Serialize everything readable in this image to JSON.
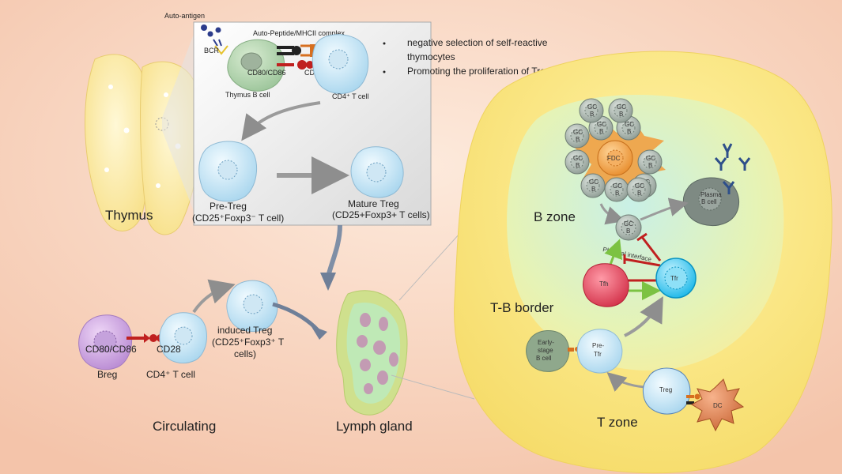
{
  "thymus_panel": {
    "auto_antigen": "Auto-antigen",
    "bcr": "BCR",
    "complex": "Auto-Peptide/MHCII complex",
    "cd80_cd86": "CD80/CD86",
    "cd28": "CD28",
    "thymus_b_cell": "Thymus B cell",
    "cd4_t_cell": "CD4⁺ T cell",
    "bullet_1_line1": "negative selection of self-reactive",
    "bullet_1_line2": "thymocytes",
    "bullet_2": "Promoting the proliferation of Treg",
    "pre_treg": "Pre-Treg",
    "pre_treg_sub": "(CD25⁺Foxp3⁻ T cell)",
    "mature_treg": "Mature Treg",
    "mature_treg_sub": "(CD25+Foxp3+ T cells)"
  },
  "labels": {
    "thymus": "Thymus",
    "circulating": "Circulating",
    "lymph_gland": "Lymph gland"
  },
  "circulating_panel": {
    "cd80_cd86": "CD80/CD86",
    "cd28": "CD28",
    "breg": "Breg",
    "cd4_t_cell": "CD4⁺ T cell",
    "itreg_line1": "induced Treg",
    "itreg_line2": "(CD25⁺Foxp3⁺ T",
    "itreg_line3": "cells)"
  },
  "lymph_node": {
    "b_zone": "B zone",
    "tb_border": "T-B border",
    "t_zone": "T zone",
    "fdc": "FDC",
    "gc_b_line1": "GC",
    "gc_b_line2": "B",
    "plasma_line1": "Plasma",
    "plasma_line2": "B cell",
    "physical_interface": "Physical interface",
    "tfh": "Tfh",
    "tfr": "Tfr",
    "early_line1": "Early-",
    "early_line2": "stage",
    "early_line3": "B cell",
    "pretfr_line1": "Pre-",
    "pretfr_line2": "Tfr",
    "treg": "Treg",
    "dc": "DC"
  }
}
